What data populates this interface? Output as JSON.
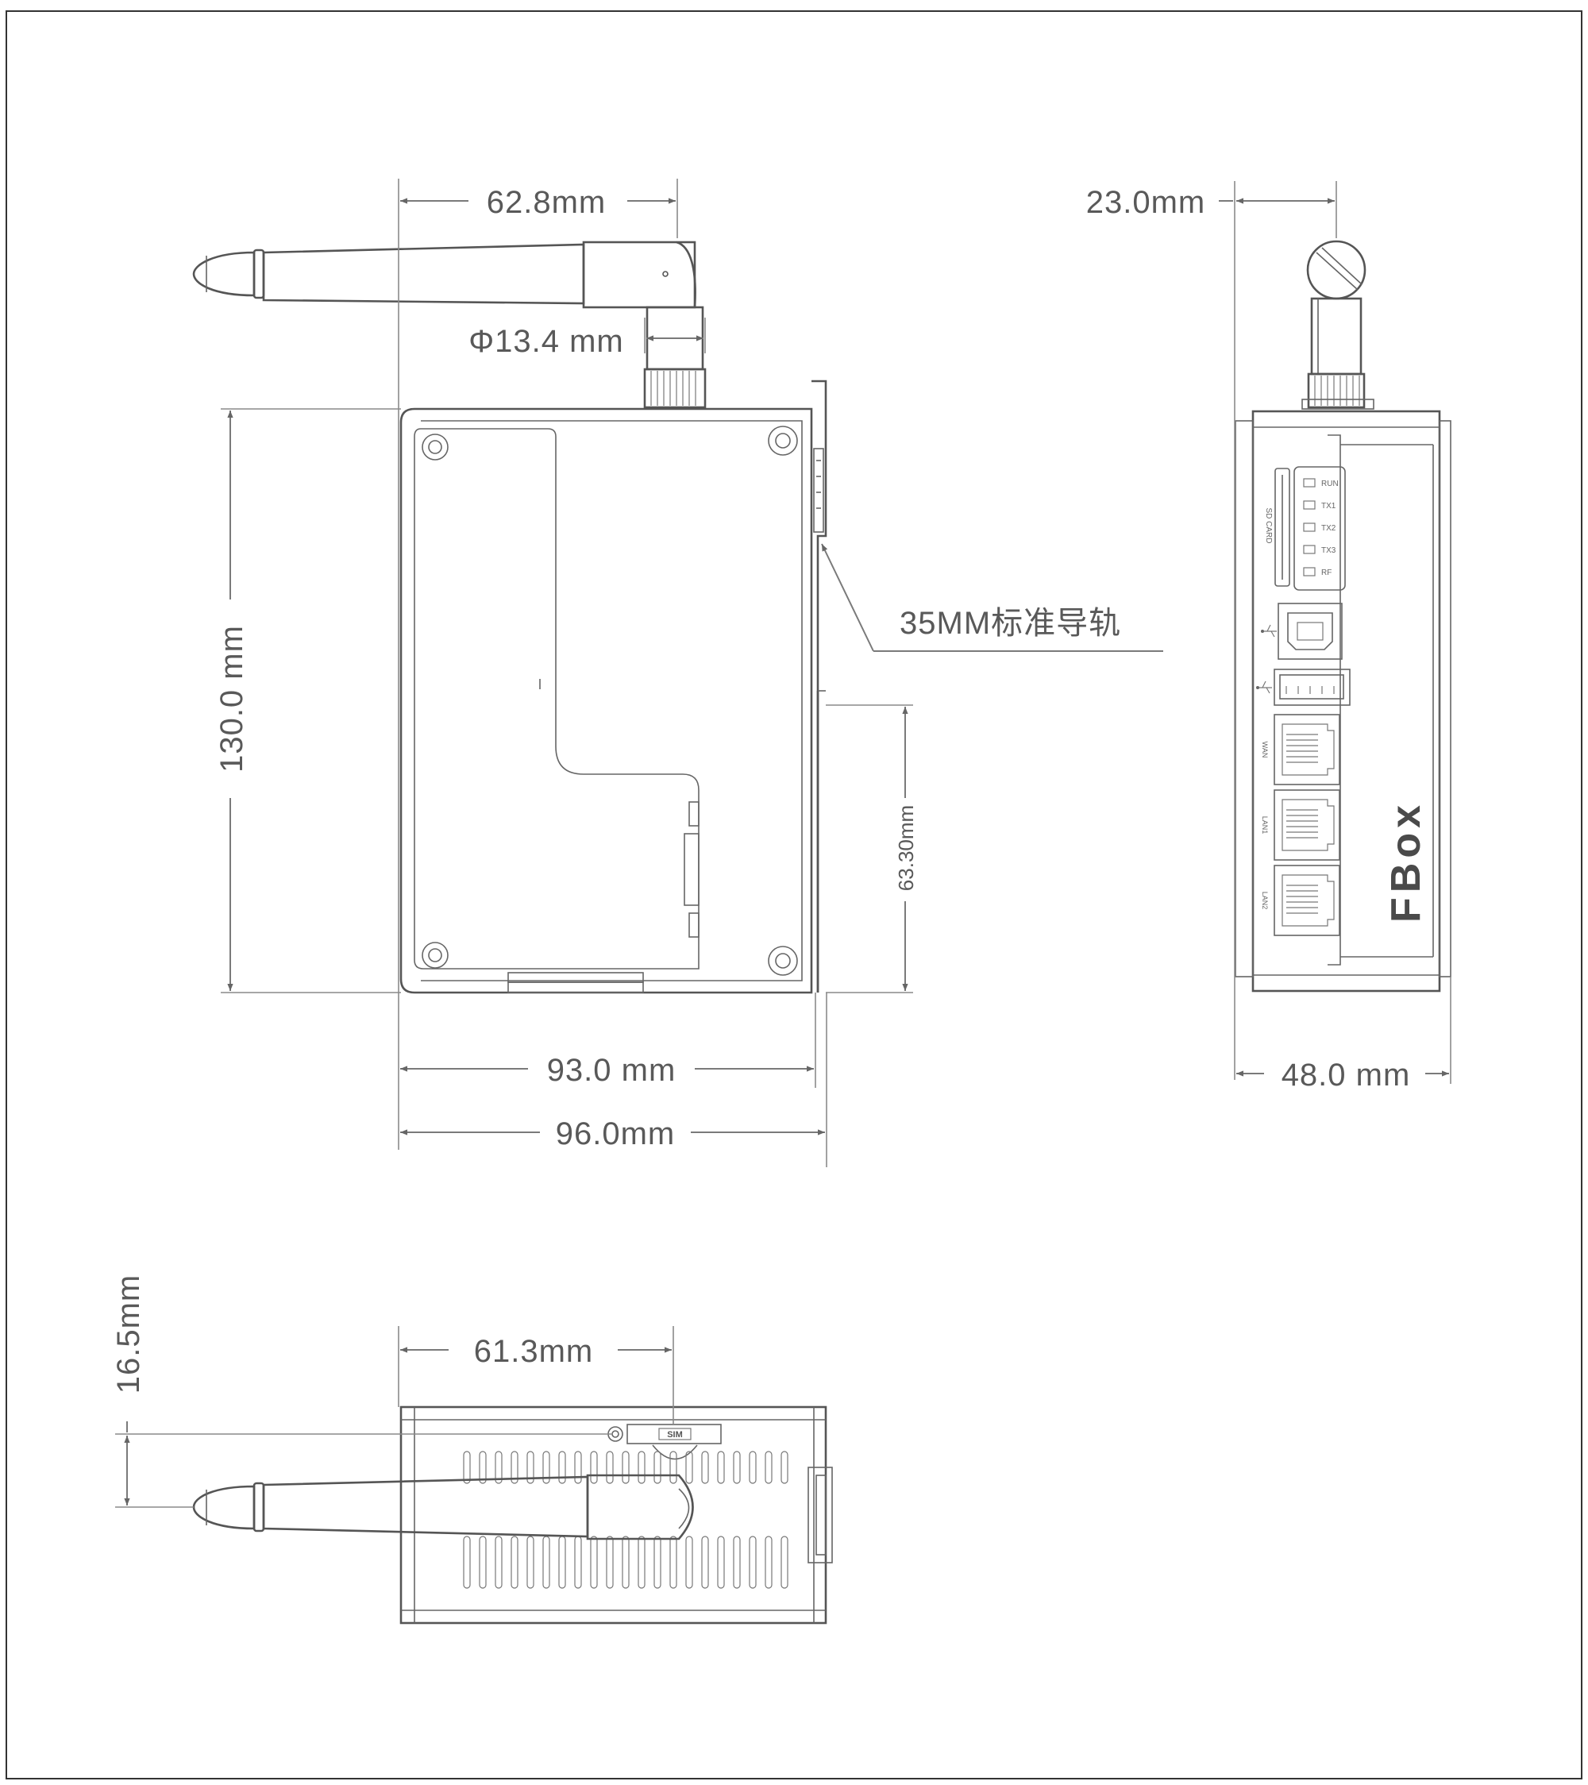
{
  "front_view": {
    "antenna_width": "62.8mm",
    "connector_diameter": "Φ13.4 mm",
    "height": "130.0 mm",
    "din_rail_label": "35MM标准导轨",
    "rail_offset": "63.30mm",
    "body_width": "93.0 mm",
    "total_width": "96.0mm"
  },
  "side_view": {
    "antenna_offset": "23.0mm",
    "depth": "48.0 mm",
    "sd_card_label": "SD CARD",
    "leds": [
      "RUN",
      "TX1",
      "TX2",
      "TX3",
      "RF"
    ],
    "ports": [
      "WAN",
      "LAN1",
      "LAN2"
    ],
    "brand": "FBox"
  },
  "top_view": {
    "sim_offset": "61.3mm",
    "antenna_height": "16.5mm",
    "sim_label": "SIM"
  },
  "colors": {
    "line": "#555555",
    "dimension": "#7a7a7a",
    "text": "#595959",
    "frame": "#333333"
  }
}
